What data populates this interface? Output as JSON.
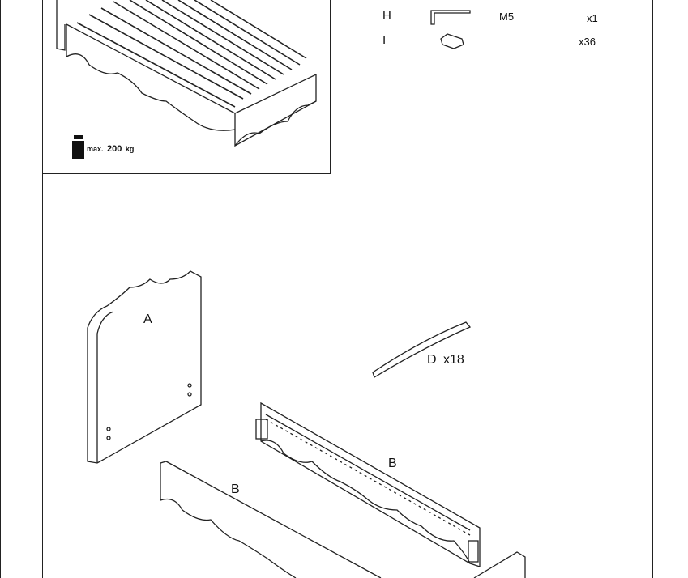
{
  "overview": {
    "max_load_label": "max.",
    "max_load_value": "200",
    "max_load_unit": "kg"
  },
  "hardware": [
    {
      "letter": "H",
      "icon": "allen-key-icon",
      "size": "M5",
      "qty": "x1"
    },
    {
      "letter": "I",
      "icon": "slat-holder-icon",
      "size": "",
      "qty": "x36"
    }
  ],
  "parts": {
    "headboard": "A",
    "slat": "D",
    "slat_qty": "x18",
    "side_rail_back": "B",
    "side_rail_front": "B"
  }
}
